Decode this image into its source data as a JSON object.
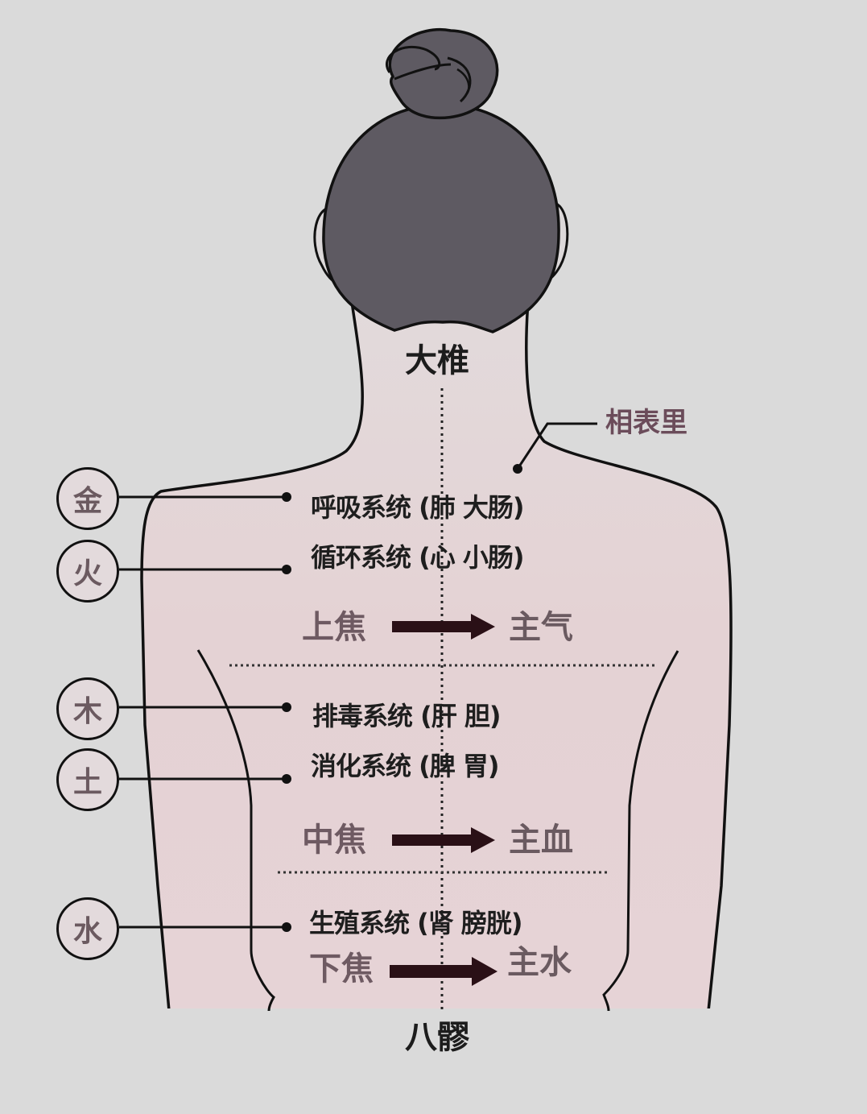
{
  "diagram": {
    "points": {
      "top": "大椎",
      "bottom": "八髎"
    },
    "side_label": "相表里",
    "elements": [
      {
        "id": "metal",
        "char": "金",
        "system": "呼吸系统 (肺  大肠)"
      },
      {
        "id": "fire",
        "char": "火",
        "system": "循环系统 (心  小肠)"
      },
      {
        "id": "wood",
        "char": "木",
        "system": "排毒系统 (肝   胆)"
      },
      {
        "id": "earth",
        "char": "土",
        "system": "消化系统 (脾   胃)"
      },
      {
        "id": "water",
        "char": "水",
        "system": "生殖系统 (肾   膀胱)"
      }
    ],
    "burners": [
      {
        "id": "upper",
        "name": "上焦",
        "governs": "主气"
      },
      {
        "id": "middle",
        "name": "中焦",
        "governs": "主血"
      },
      {
        "id": "lower",
        "name": "下焦",
        "governs": "主水"
      }
    ],
    "colors": {
      "background": "#dadada",
      "hair": "#5e5a62",
      "skin": "#e6d8da",
      "outline": "#111111",
      "arrow": "#2a1016"
    }
  }
}
